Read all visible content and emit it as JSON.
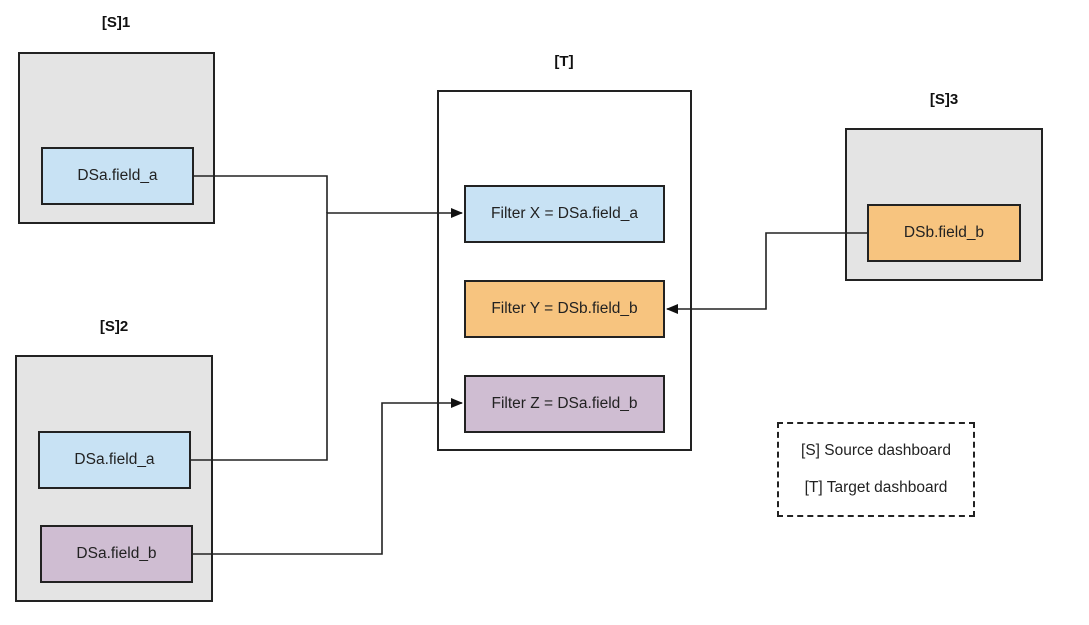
{
  "diagram": {
    "dashboards": [
      {
        "id": "s1",
        "title": "[S]1",
        "role": "source",
        "fields": [
          {
            "id": "s1-field-a",
            "label": "DSa.field_a",
            "color": "#c8e2f4"
          }
        ]
      },
      {
        "id": "s2",
        "title": "[S]2",
        "role": "source",
        "fields": [
          {
            "id": "s2-field-a",
            "label": "DSa.field_a",
            "color": "#c8e2f4"
          },
          {
            "id": "s2-field-b",
            "label": "DSa.field_b",
            "color": "#cfbdd2"
          }
        ]
      },
      {
        "id": "s3",
        "title": "[S]3",
        "role": "source",
        "fields": [
          {
            "id": "s3-field-b",
            "label": "DSb.field_b",
            "color": "#f7c47f"
          }
        ]
      },
      {
        "id": "t",
        "title": "[T]",
        "role": "target",
        "filters": [
          {
            "id": "filter-x",
            "label": "Filter X = DSa.field_a",
            "color": "#c8e2f4"
          },
          {
            "id": "filter-y",
            "label": "Filter Y = DSb.field_b",
            "color": "#f7c47f"
          },
          {
            "id": "filter-z",
            "label": "Filter Z = DSa.field_b",
            "color": "#cfbdd2"
          }
        ]
      }
    ],
    "connections": [
      {
        "from": "s1-field-a",
        "to": "filter-x"
      },
      {
        "from": "s2-field-a",
        "to": "filter-x"
      },
      {
        "from": "s2-field-b",
        "to": "filter-z"
      },
      {
        "from": "s3-field-b",
        "to": "filter-y"
      }
    ],
    "legend": {
      "lines": [
        "[S] Source dashboard",
        "[T] Target dashboard"
      ]
    },
    "colors": {
      "dashboard_fill": "#e4e4e4",
      "field_a": "#c8e2f4",
      "field_b_dsa": "#cfbdd2",
      "field_b_dsb": "#f7c47f",
      "stroke": "#222222"
    }
  }
}
